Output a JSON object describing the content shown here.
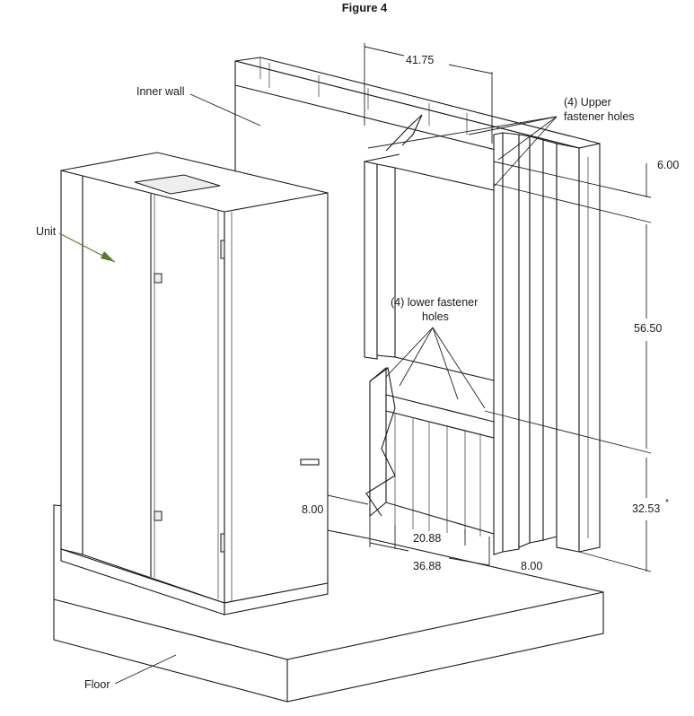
{
  "title": "Figure 4",
  "labels": {
    "inner_wall": "Inner wall",
    "unit": "Unit",
    "floor": "Floor",
    "upper_holes_line1": "(4) Upper",
    "upper_holes_line2": "fastener holes",
    "lower_holes_line1": "(4) lower fastener",
    "lower_holes_line2": "holes"
  },
  "dimensions": {
    "top_width": "41.75",
    "upper_offset": "6.00",
    "mid_height": "56.50",
    "lower_height": "32.53",
    "lower_height_mark": "*",
    "left_offset": "8.00",
    "inner_spacing": "20.88",
    "outer_spacing": "36.88",
    "right_offset": "8.00"
  },
  "colors": {
    "line": "#1a1a1a",
    "unit_pointer": "#5a7a2a"
  }
}
